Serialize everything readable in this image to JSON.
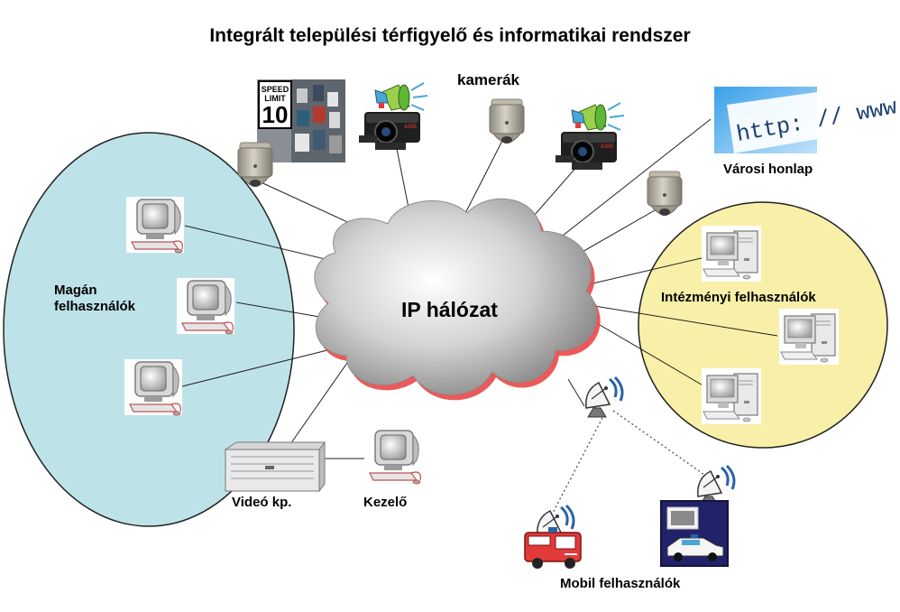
{
  "title": "Integrált települési térfigyelő és informatikai rendszer",
  "cameras_label": "kamerák",
  "network_label": "IP hálózat",
  "groups": {
    "private_users": [
      "Magán",
      "felhasználók"
    ],
    "institutional_users": "Intézményi felhasználók",
    "mobile_users": "Mobil felhasználók"
  },
  "city_homepage": {
    "label": "Városi honlap",
    "url_text": "http: // www"
  },
  "video_center_label": "Videó kp.",
  "operator_label": "Kezelő",
  "speed_sign": {
    "line1": "SPEED",
    "line2": "LIMIT",
    "value": "10"
  },
  "colors": {
    "private_zone": "#bde3e8",
    "institutional_zone": "#f8f0a8",
    "cloud_shadow": "#e84848",
    "wireless_link": "#444444"
  },
  "icons": [
    "dome-camera-icon",
    "box-camera-icon",
    "traffic-photo",
    "computer-icon",
    "server-rack-icon",
    "satellite-dish-icon",
    "ambulance-icon",
    "police-car-icon",
    "browser-screenshot"
  ]
}
